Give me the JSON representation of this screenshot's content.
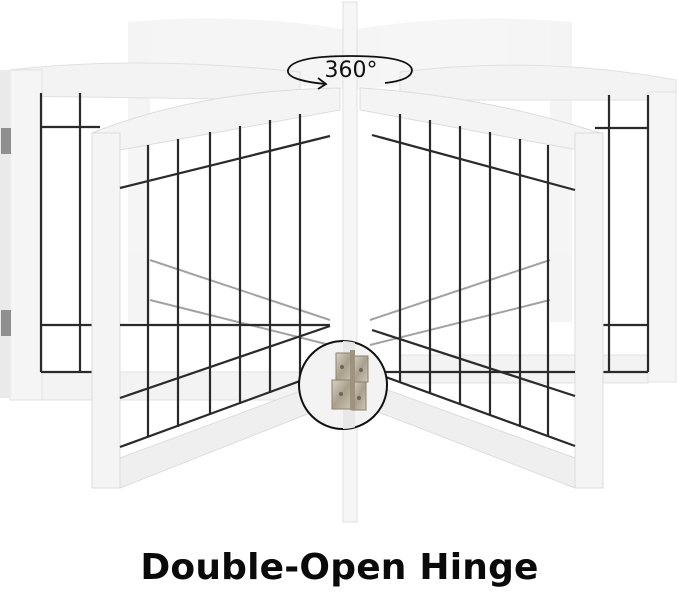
{
  "image": {
    "subject": "white folding pet gate with black wire bars shown rotating on a central hinge",
    "caption": "Double-Open Hinge",
    "rotation_label": "360°",
    "callout": "hinge-closeup",
    "colors": {
      "background": "#ffffff",
      "frame": "#f4f4f4",
      "frame_shade": "#e6e6e6",
      "bars": "#2a2a2a",
      "hinge": "#b8ad9c",
      "caption": "#0a0a0a"
    }
  }
}
